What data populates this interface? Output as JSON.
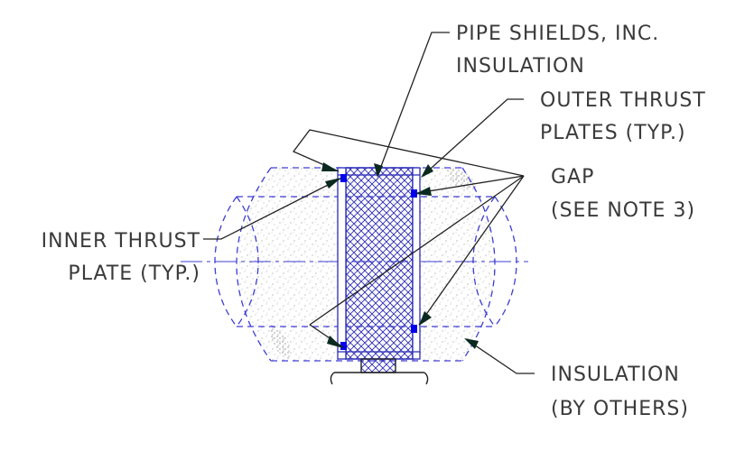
{
  "colors": {
    "outline": "#3d3dd6",
    "shield": "#2b2bb8",
    "text": "#3a3a3a",
    "leader": "#222222",
    "arrowhead": "#0b2a1f",
    "plate": "#0000ee",
    "insulation_fill": "#9a9a9a"
  },
  "labels": {
    "shield_line1": "PIPE SHIELDS, INC.",
    "shield_line2": "INSULATION",
    "outer_line1": "OUTER THRUST",
    "outer_line2": "PLATES (TYP.)",
    "gap_line1": "GAP",
    "gap_line2": "(SEE NOTE 3)",
    "inner_line1": "INNER THRUST",
    "inner_line2": "PLATE (TYP.)",
    "insul_line1": "INSULATION",
    "insul_line2": "(BY OTHERS)"
  }
}
